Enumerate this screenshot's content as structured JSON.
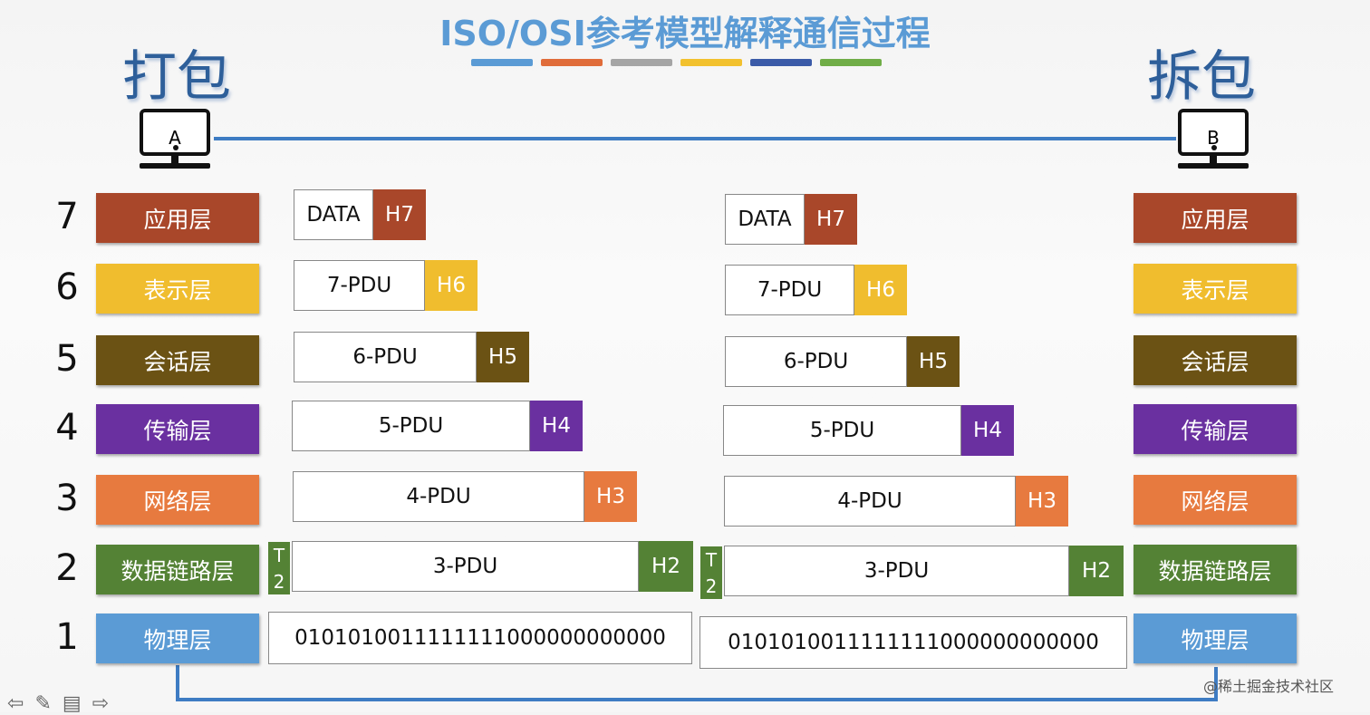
{
  "title": "ISO/OSI参考模型解释通信过程",
  "title_bar_colors": [
    "#5b9bd5",
    "#e06c3a",
    "#a5a5a5",
    "#f2c12e",
    "#3b5ba8",
    "#70ad47"
  ],
  "left_label": "打包",
  "right_label": "拆包",
  "host_a": "A",
  "host_b": "B",
  "layers": [
    {
      "num": "7",
      "name": "应用层",
      "color": "#a9472a"
    },
    {
      "num": "6",
      "name": "表示层",
      "color": "#f0bd2e"
    },
    {
      "num": "5",
      "name": "会话层",
      "color": "#6b5214"
    },
    {
      "num": "4",
      "name": "传输层",
      "color": "#6a30a0"
    },
    {
      "num": "3",
      "name": "网络层",
      "color": "#e77a3f"
    },
    {
      "num": "2",
      "name": "数据链路层",
      "color": "#548235"
    },
    {
      "num": "1",
      "name": "物理层",
      "color": "#5b9bd5"
    }
  ],
  "units": [
    {
      "payload": "DATA",
      "header": "H7"
    },
    {
      "payload": "7-PDU",
      "header": "H6"
    },
    {
      "payload": "6-PDU",
      "header": "H5"
    },
    {
      "payload": "5-PDU",
      "header": "H4"
    },
    {
      "payload": "4-PDU",
      "header": "H3"
    },
    {
      "payload": "3-PDU",
      "header": "H2",
      "trailer": [
        "T",
        "2"
      ]
    }
  ],
  "bits": "0101010011111111000000000000",
  "watermark": "@稀土掘金技术社区"
}
